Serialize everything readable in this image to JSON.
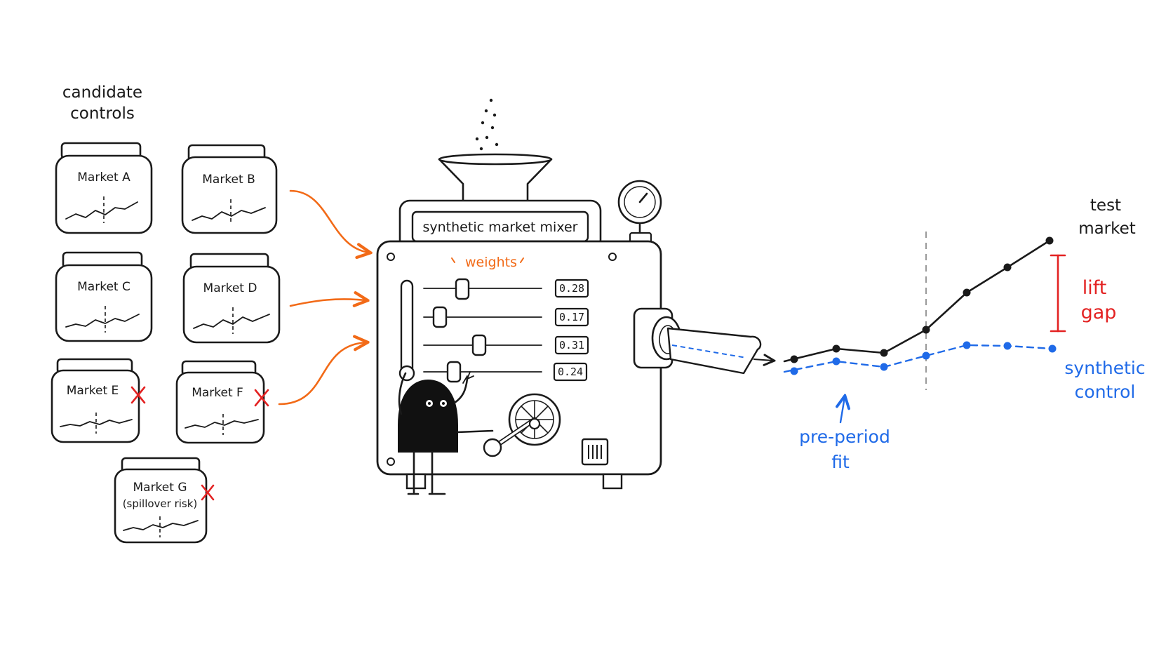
{
  "candidates": {
    "heading_line1": "candidate",
    "heading_line2": "controls",
    "markets": [
      {
        "name": "Market A",
        "excluded": false
      },
      {
        "name": "Market B",
        "excluded": false
      },
      {
        "name": "Market C",
        "excluded": false
      },
      {
        "name": "Market D",
        "excluded": false
      },
      {
        "name": "Market E",
        "excluded": true
      },
      {
        "name": "Market F",
        "excluded": true
      },
      {
        "name": "Market G",
        "note": "(spillover risk)",
        "excluded": true
      }
    ]
  },
  "machine": {
    "title": "synthetic market mixer",
    "weights_label": "weights",
    "weights": [
      "0.28",
      "0.17",
      "0.31",
      "0.24"
    ]
  },
  "chart": {
    "test_label_line1": "test",
    "test_label_line2": "market",
    "lift_label_line1": "lift",
    "lift_label_line2": "gap",
    "synthetic_label_line1": "synthetic",
    "synthetic_label_line2": "control",
    "fit_label_line1": "pre-period",
    "fit_label_line2": "fit"
  },
  "colors": {
    "ink": "#1a1a1a",
    "orange": "#f26a17",
    "red": "#e32222",
    "blue": "#1f6ae8"
  }
}
